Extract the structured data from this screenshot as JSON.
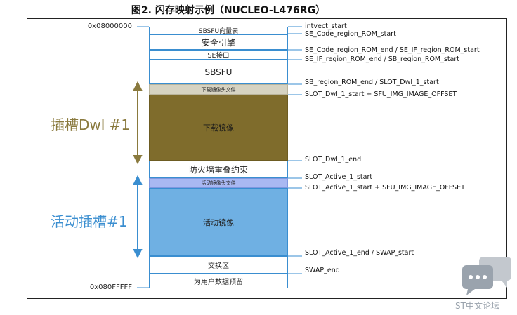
{
  "title": "图2. 闪存映射示例（NUCLEO-L476RG）",
  "addresses": {
    "start": "0x08000000",
    "end": "0x080FFFFF"
  },
  "blocks": {
    "sbsfu_vector": "SBSFU向量表",
    "secure_engine": "安全引擎",
    "se_interface": "SE接口",
    "sbsfu": "SBSFU",
    "download_header": "下载镜像头文件",
    "download_image": "下载镜像",
    "anti_overlap": "防火墙重叠约束",
    "active_header": "活动镜像头文件",
    "active_image": "活动镜像",
    "swap": "交换区",
    "user_reserved": "为用户数据预留"
  },
  "labels": {
    "l1": "intvect_start",
    "l2": "SE_Code_region_ROM_start",
    "l3": "SE_Code_region_ROM_end / SE_IF_region_ROM_start",
    "l4": "SE_IF_region_ROM_end / SB_region_ROM_start",
    "l5": "SB_region_ROM_end  / SLOT_Dwl_1_start",
    "l6": "SLOT_Dwl_1_start + SFU_IMG_IMAGE_OFFSET",
    "l7": "SLOT_Dwl_1_end",
    "l8": "SLOT_Active_1_start",
    "l9": "SLOT_Active_1_start + SFU_IMG_IMAGE_OFFSET",
    "l10": "SLOT_Active_1_end / SWAP_start",
    "l11": "SWAP_end"
  },
  "slots": {
    "download": "插槽Dwl #1",
    "active": "活动插槽#1"
  },
  "watermark": "ST中文论坛",
  "colors": {
    "download_body": "#7f6c2c",
    "download_header": "#d6d3c2",
    "active_body": "#6fb0e3",
    "active_header": "#a9b8f2",
    "dwl_arrow": "#8a7a3e",
    "active_arrow": "#3a8ed0",
    "leader": "#3a8ed0"
  }
}
